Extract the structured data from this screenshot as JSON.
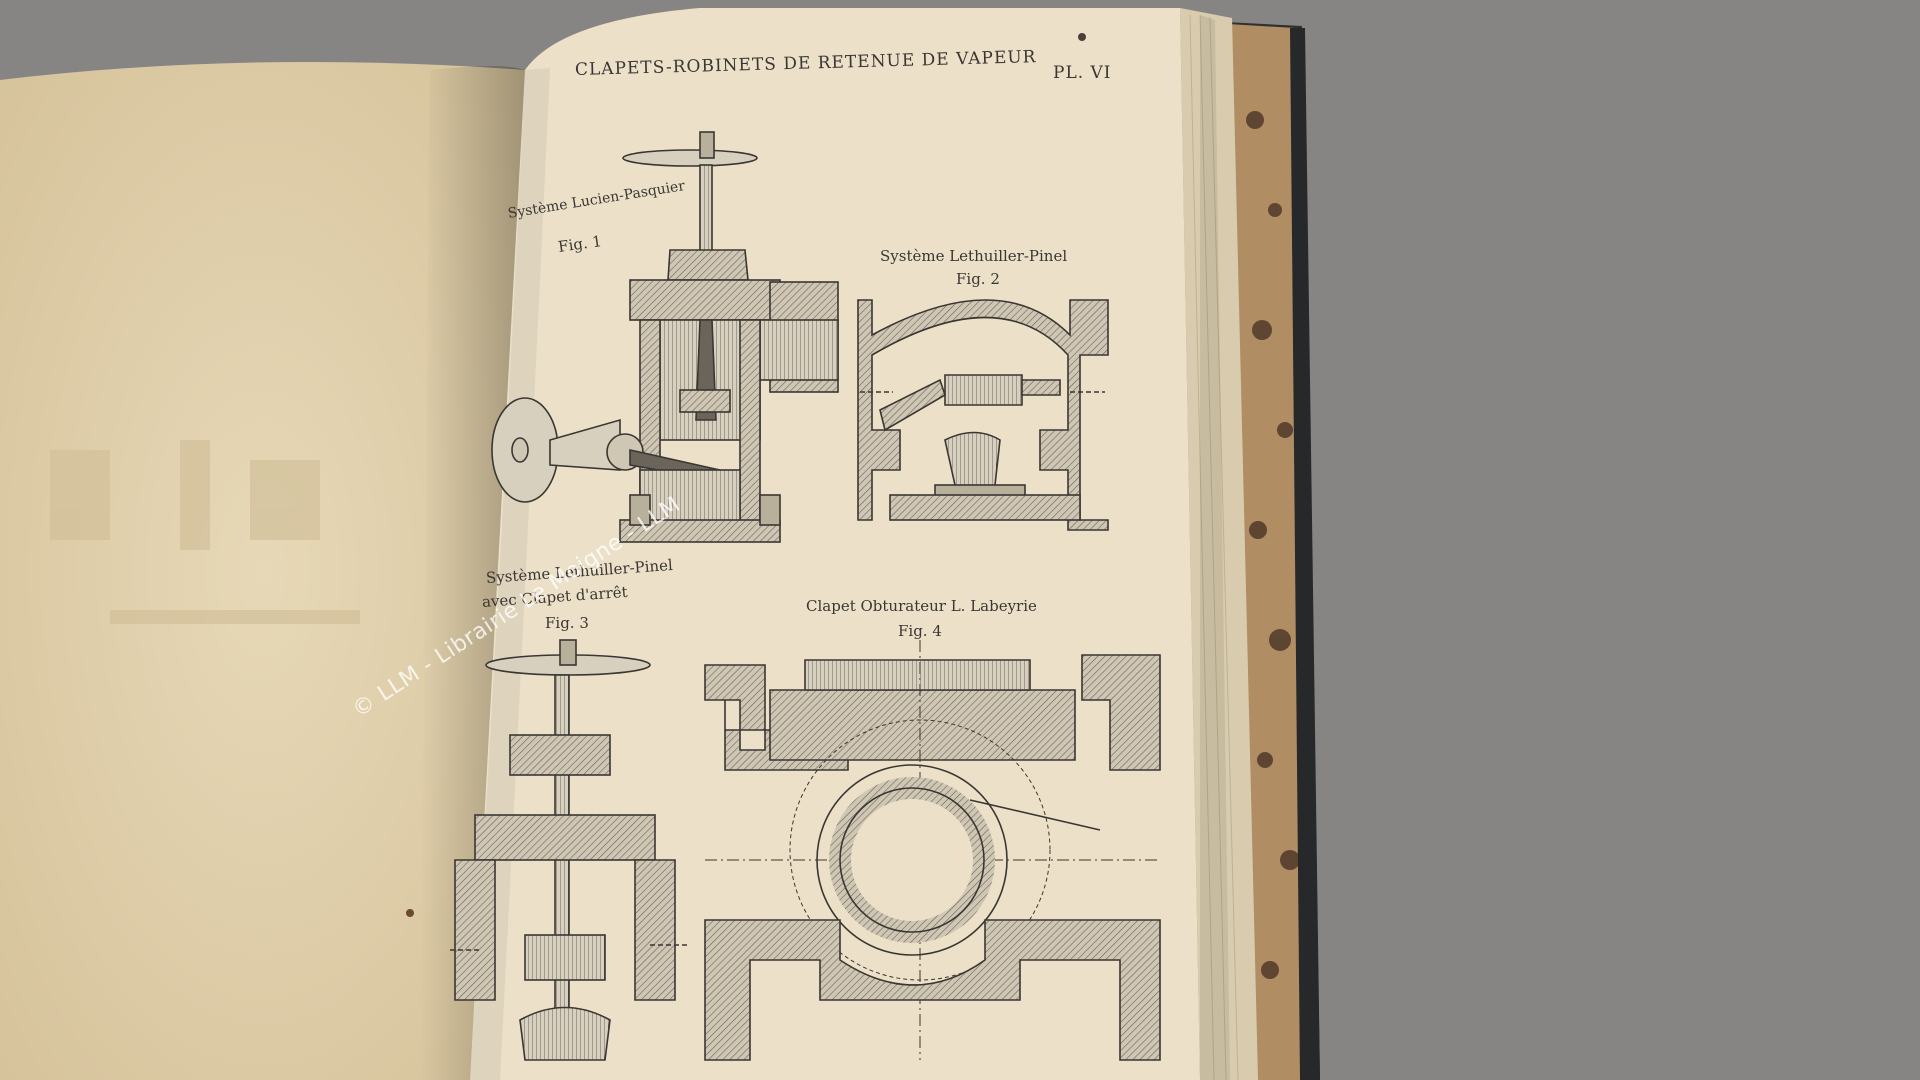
{
  "page": {
    "header_title": "CLAPETS-ROBINETS DE RETENUE DE VAPEUR",
    "plate_number": "PL. VI"
  },
  "figures": [
    {
      "system": "Système Lucien-Pasquier",
      "label": "Fig. 1"
    },
    {
      "system": "Système Lethuiller-Pinel",
      "label": "Fig. 2"
    },
    {
      "system": "Système Lethuiller-Pinel",
      "subtitle": "avec Clapet d'arrêt",
      "label": "Fig. 3"
    },
    {
      "system": "Clapet Obturateur L. Labeyrie",
      "label": "Fig. 4"
    }
  ],
  "watermark": "© LLM - Librairie Le Moigne - LLM",
  "colors": {
    "background": "#868584",
    "page": "#ece1c8",
    "ink": "#3a3632",
    "marbled_edge": "#c9ab82"
  }
}
